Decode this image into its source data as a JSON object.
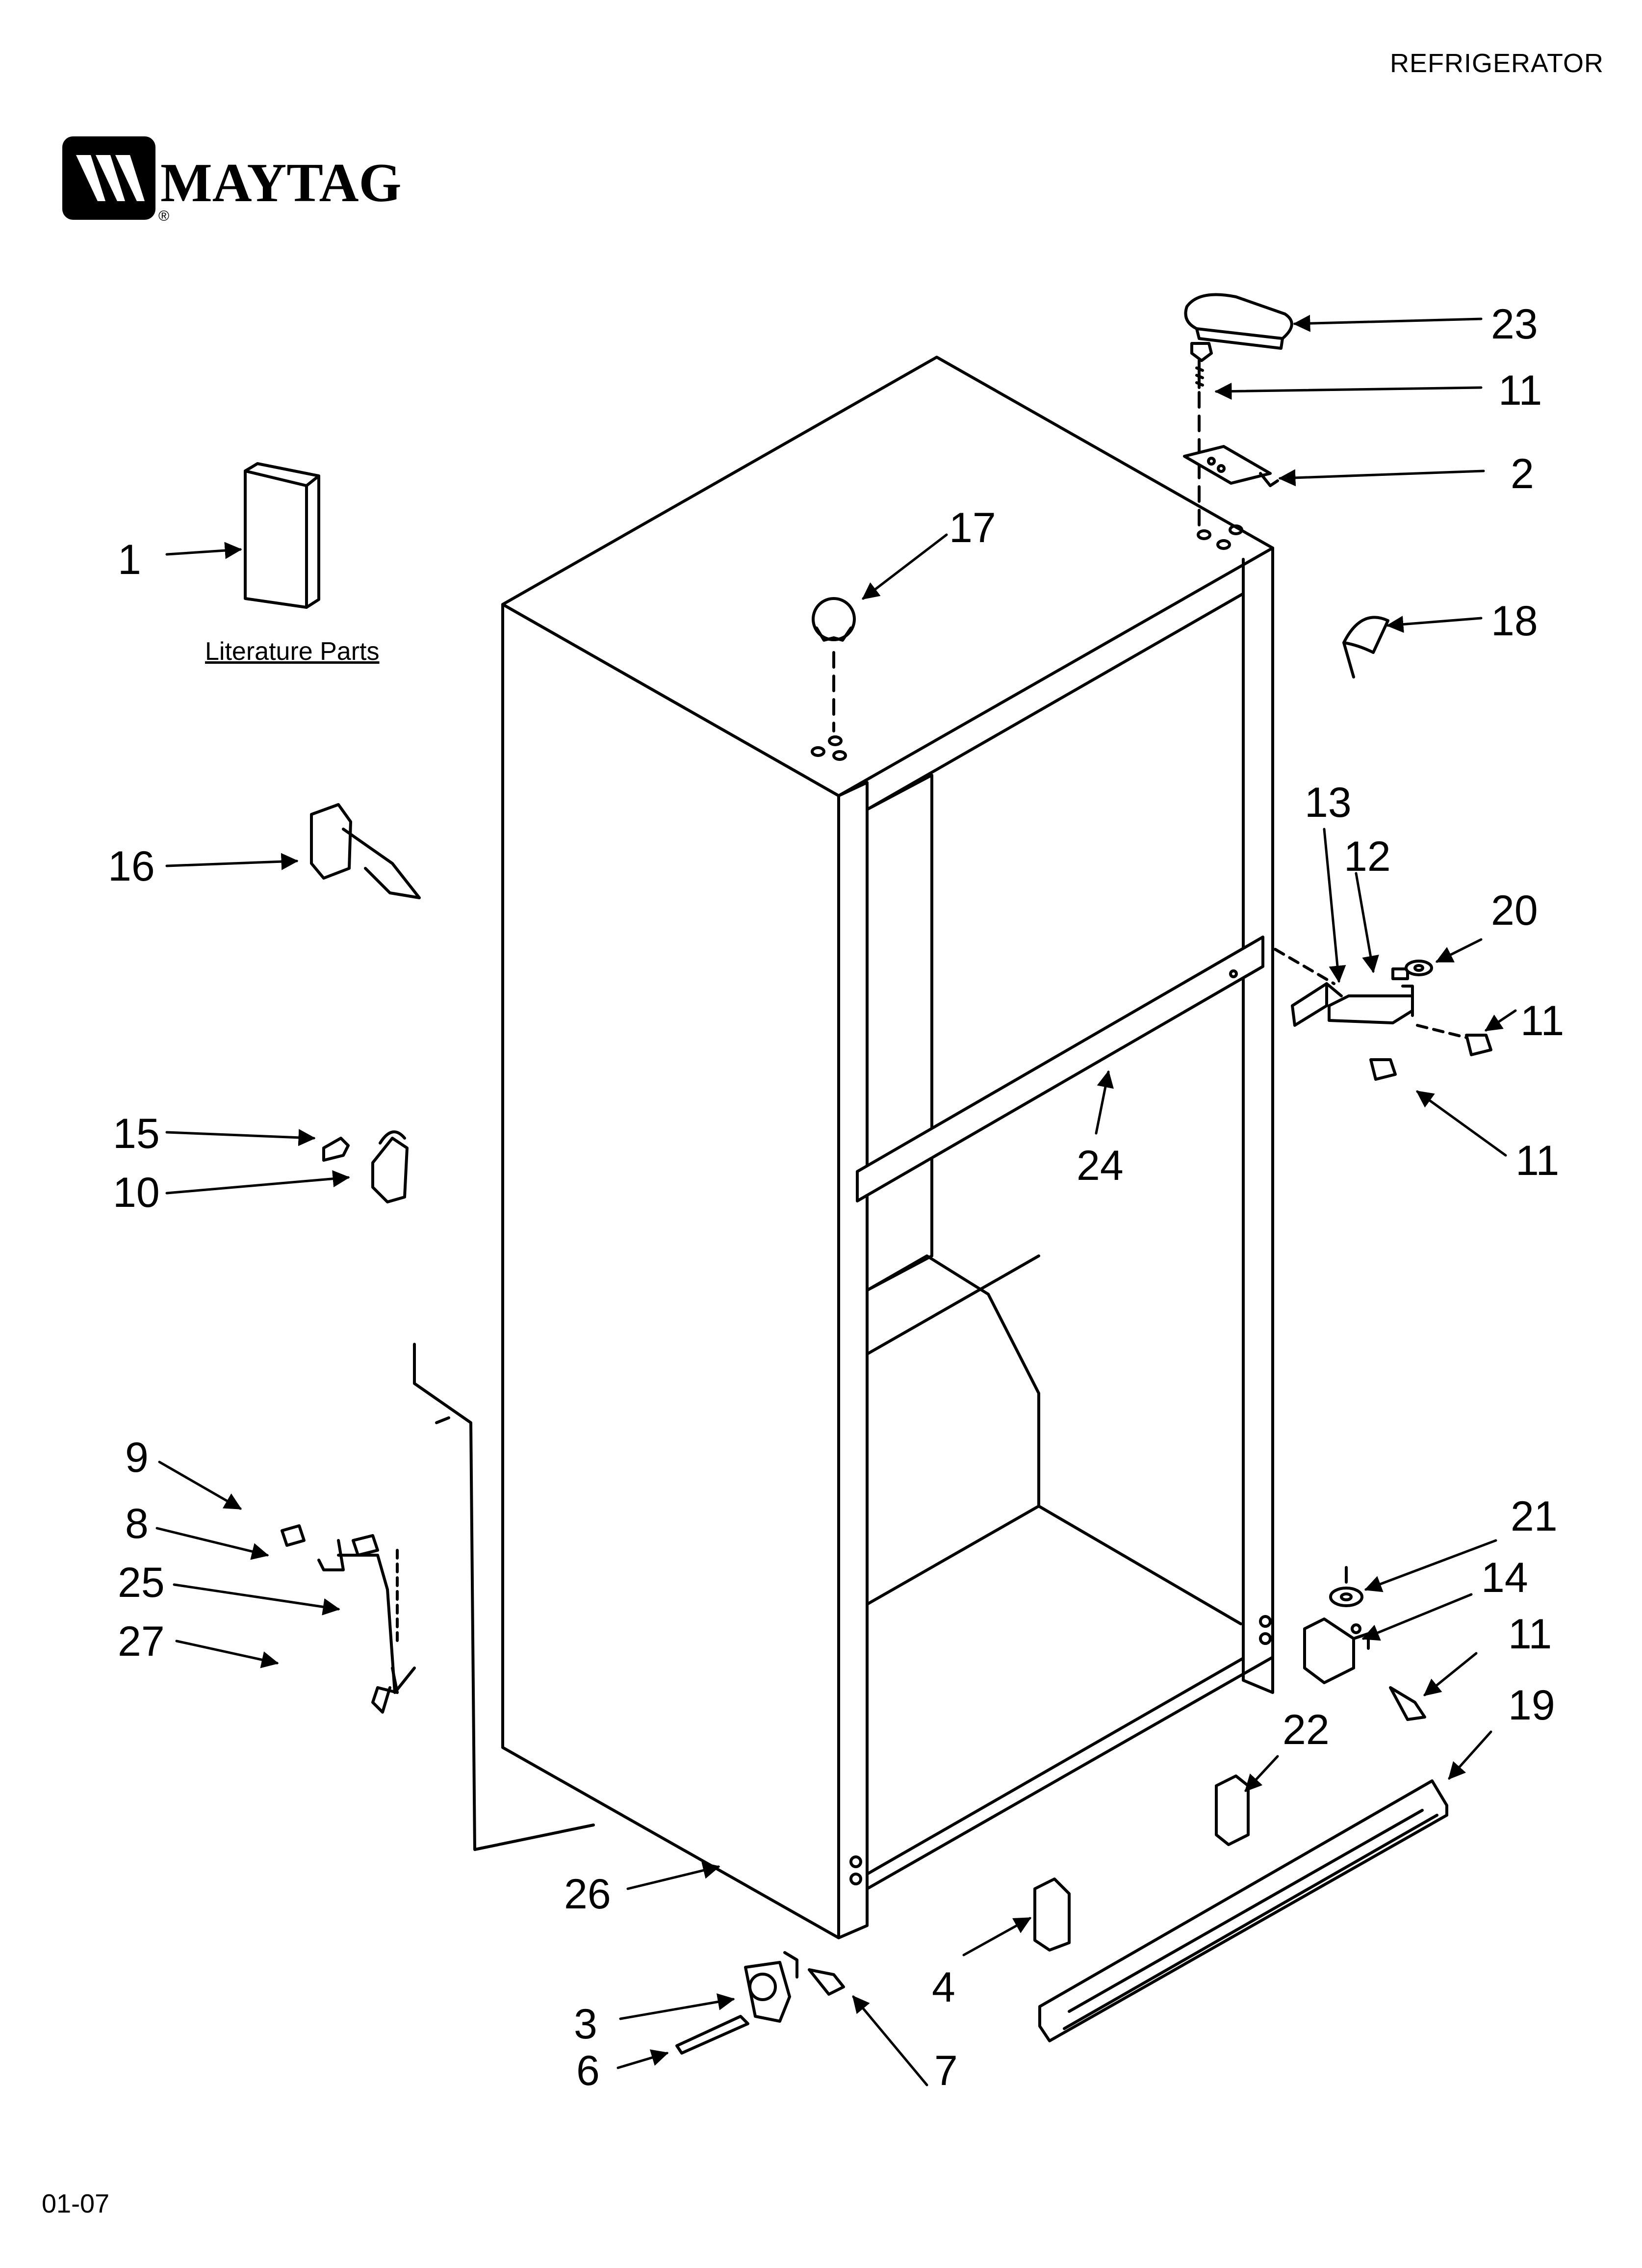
{
  "header": {
    "title": "REFRIGERATOR"
  },
  "brand": {
    "name": "MAYTAG",
    "registered": "®",
    "color": "#000000"
  },
  "revision": "01-07",
  "literature": {
    "caption": "Literature Parts"
  },
  "callouts": [
    {
      "id": "c1",
      "label": "1"
    },
    {
      "id": "c2",
      "label": "2"
    },
    {
      "id": "c3",
      "label": "3"
    },
    {
      "id": "c4",
      "label": "4"
    },
    {
      "id": "c6",
      "label": "6"
    },
    {
      "id": "c7",
      "label": "7"
    },
    {
      "id": "c8",
      "label": "8"
    },
    {
      "id": "c9",
      "label": "9"
    },
    {
      "id": "c10",
      "label": "10"
    },
    {
      "id": "c11a",
      "label": "11"
    },
    {
      "id": "c11b",
      "label": "11"
    },
    {
      "id": "c11c",
      "label": "11"
    },
    {
      "id": "c11d",
      "label": "11"
    },
    {
      "id": "c12",
      "label": "12"
    },
    {
      "id": "c13",
      "label": "13"
    },
    {
      "id": "c14",
      "label": "14"
    },
    {
      "id": "c15",
      "label": "15"
    },
    {
      "id": "c16",
      "label": "16"
    },
    {
      "id": "c17",
      "label": "17"
    },
    {
      "id": "c18",
      "label": "18"
    },
    {
      "id": "c19",
      "label": "19"
    },
    {
      "id": "c20",
      "label": "20"
    },
    {
      "id": "c21",
      "label": "21"
    },
    {
      "id": "c22",
      "label": "22"
    },
    {
      "id": "c23",
      "label": "23"
    },
    {
      "id": "c24",
      "label": "24"
    },
    {
      "id": "c25",
      "label": "25"
    },
    {
      "id": "c26",
      "label": "26"
    },
    {
      "id": "c27",
      "label": "27"
    }
  ]
}
